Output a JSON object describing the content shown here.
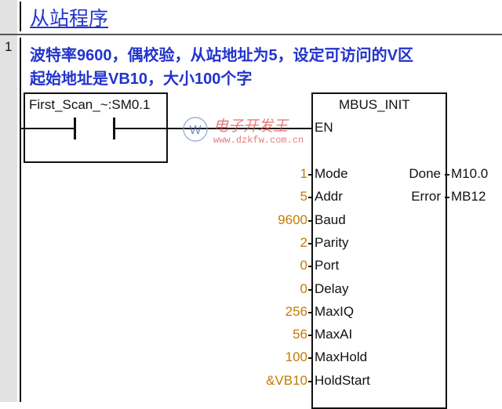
{
  "title": "从站程序",
  "network": {
    "number": "1",
    "comment": [
      "波特率9600，偶校验，从站地址为5，设定可访问的V区",
      "起始地址是VB10，大小100个字"
    ]
  },
  "contact": {
    "label": "First_Scan_~:SM0.1"
  },
  "block": {
    "name": "MBUS_INIT",
    "en": "EN",
    "inputs": [
      {
        "pin": "Mode",
        "value": "1"
      },
      {
        "pin": "Addr",
        "value": "5"
      },
      {
        "pin": "Baud",
        "value": "9600"
      },
      {
        "pin": "Parity",
        "value": "2"
      },
      {
        "pin": "Port",
        "value": "0"
      },
      {
        "pin": "Delay",
        "value": "0"
      },
      {
        "pin": "MaxIQ",
        "value": "256"
      },
      {
        "pin": "MaxAI",
        "value": "56"
      },
      {
        "pin": "MaxHold",
        "value": "100"
      },
      {
        "pin": "HoldStart",
        "value": "&VB10"
      }
    ],
    "outputs": [
      {
        "pin": "Done",
        "value": "M10.0"
      },
      {
        "pin": "Error",
        "value": "MB12"
      }
    ]
  },
  "watermark": {
    "name": "电子开发王",
    "url": "www.dzkfw.com.cn"
  }
}
